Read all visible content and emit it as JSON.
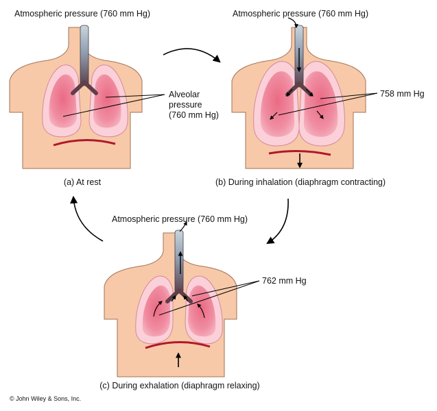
{
  "panels": {
    "a": {
      "top_label": "Atmospheric pressure (760 mm Hg)",
      "caption": "(a) At rest",
      "pressure_lines": [
        "Alveolar",
        "pressure",
        "(760 mm Hg)"
      ]
    },
    "b": {
      "top_label": "Atmospheric pressure (760 mm Hg)",
      "caption": "(b) During inhalation (diaphragm contracting)",
      "pressure_label": "758 mm Hg"
    },
    "c": {
      "top_label": "Atmospheric pressure (760 mm Hg)",
      "caption": "(c) During exhalation (diaphragm relaxing)",
      "pressure_label": "762 mm Hg"
    }
  },
  "copyright": "© John Wiley & Sons, Inc.",
  "colors": {
    "skin": "#f7c9a8",
    "skin_outline": "#a27256",
    "lung_outer": "#fbd0d9",
    "lung_inner": "#ef7f95",
    "bronchi": "#5f3f49",
    "diaphragm": "#b0182c",
    "trachea": "#a6b8c4"
  }
}
